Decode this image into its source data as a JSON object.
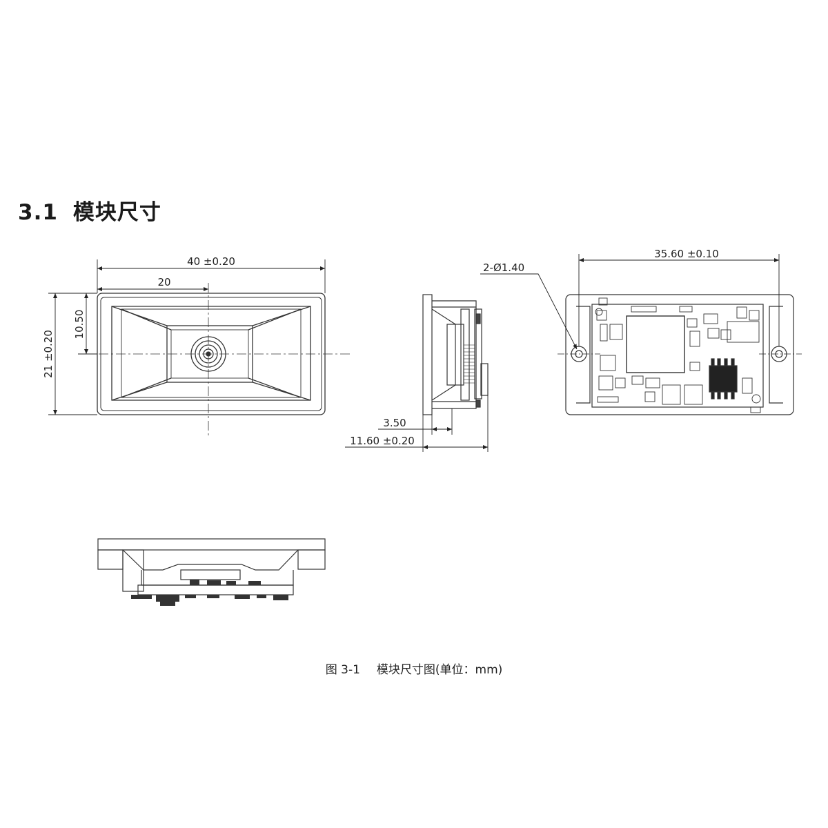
{
  "heading": {
    "number": "3.1",
    "title": "模块尺寸"
  },
  "front_view": {
    "width_dim": "40 ±0.20",
    "half_width_dim": "20",
    "height_dim": "21 ±0.20",
    "half_height_dim": "10.50"
  },
  "side_view": {
    "offset_dim": "3.50",
    "depth_dim": "11.60 ±0.20"
  },
  "back_view": {
    "hole_spacing_dim": "35.60 ±0.10",
    "hole_dim": "2-Ø1.40"
  },
  "caption": {
    "figure_label": "图 3-1",
    "text": "模块尺寸图(单位：mm)"
  }
}
